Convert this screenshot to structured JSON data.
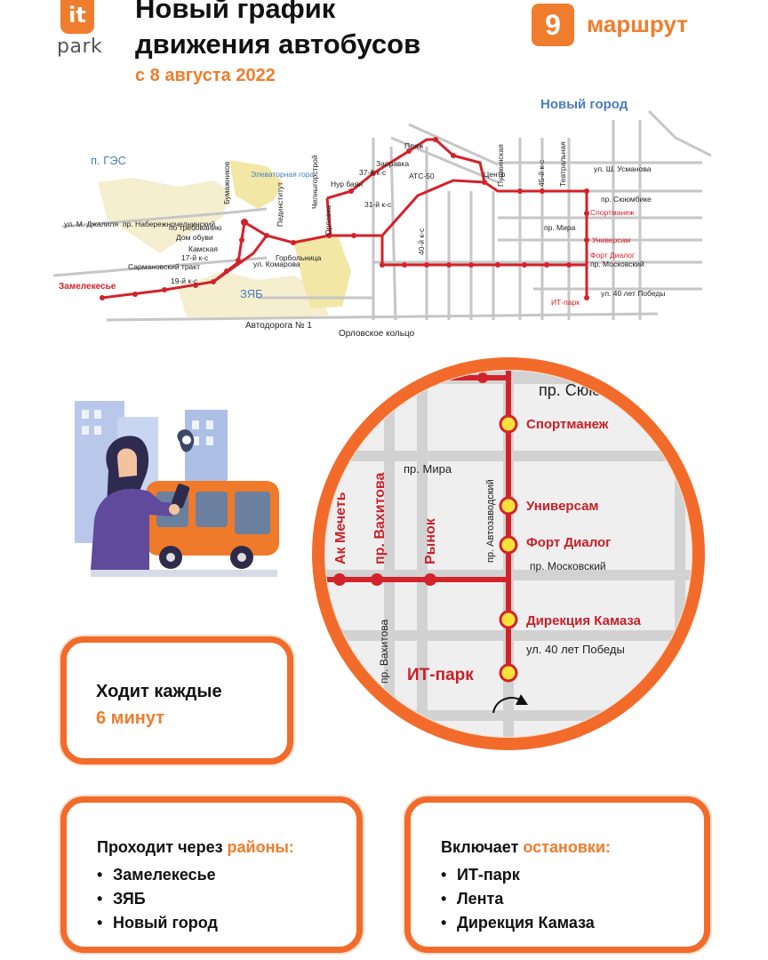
{
  "logo": {
    "mark": "it",
    "text": "park"
  },
  "header": {
    "title_line1": "Новый график",
    "title_line2": "движения автобусов",
    "date": "с 8 августа 2022",
    "route_number": "9",
    "route_label": "маршрут"
  },
  "map": {
    "district_labels": [
      "п. ГЭС",
      "Новый город",
      "ЗЯБ"
    ],
    "street_labels": [
      "ул. Ш. Усманова",
      "пр. Сююмбике",
      "пр. Мира",
      "пр. Московский",
      "ул. 40 лет Победы",
      "ул. М. Джалиля",
      "пр. Набережночелнинский",
      "Автодорога № 1",
      "Орловское кольцо",
      "Горбольница",
      "ул. Комарова",
      "Сармановский тракт"
    ],
    "stops": [
      "Замелекесье",
      "Элеваторная гора",
      "Бумажников",
      "Дом обуви",
      "Камская",
      "17-й к-с",
      "19-й к-с",
      "Пединститут",
      "Челныгорстрой",
      "Орловка",
      "Нур баян",
      "Заправка",
      "Пляж",
      "37-й к-с",
      "АТС-50",
      "40-й к-с",
      "31-й к-с",
      "Центр",
      "Пушкинская",
      "45-й к-с",
      "Театральная",
      "Спортманеж",
      "Универсам",
      "Форт Диалог",
      "ИТ-парк",
      "по требованию"
    ]
  },
  "zoom": {
    "streets": [
      "пр. Сююмбике",
      "пр. Мира",
      "пр. Московский",
      "ул. 40 лет Победы",
      "пр. Вахитова",
      "пр. Автозаводский"
    ],
    "stops": [
      "Спортманеж",
      "Универсам",
      "Форт Диалог",
      "Дирекция Камаза",
      "ИТ-парк",
      "Ак Мечеть",
      "пр. Вахитова",
      "Рынок"
    ]
  },
  "frequency": {
    "line1": "Ходит каждые",
    "line2": "6 минут"
  },
  "districts": {
    "head_plain": "Проходит через ",
    "head_accent": "районы:",
    "items": [
      "Замелекесье",
      "ЗЯБ",
      "Новый город"
    ]
  },
  "stops_card": {
    "head_plain": "Включает ",
    "head_accent": "остановки:",
    "items": [
      "ИТ-парк",
      "Лента",
      "Дирекция Камаза"
    ]
  },
  "colors": {
    "accent": "#ef7d2d",
    "route": "#d3222a",
    "stop_fill": "#f7e23b"
  }
}
